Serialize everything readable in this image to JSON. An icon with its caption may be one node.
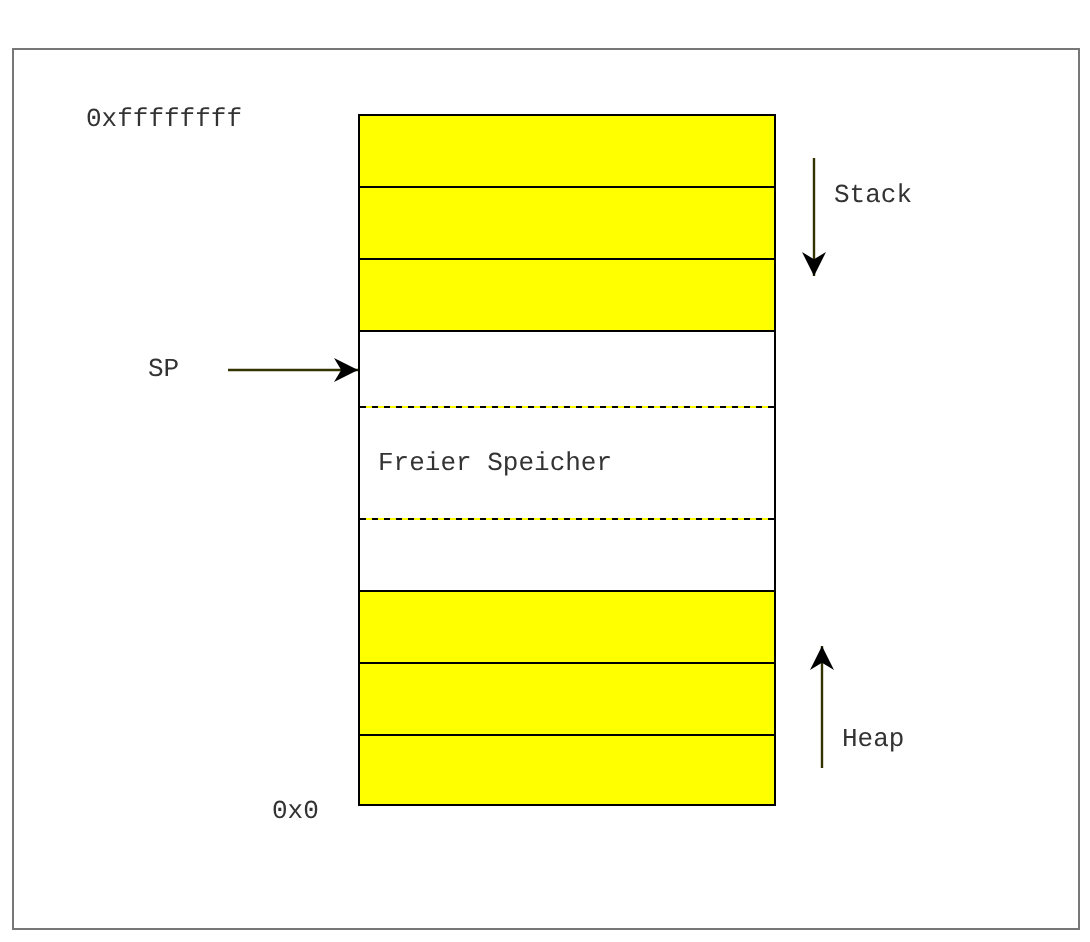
{
  "diagram": {
    "nodes": [
      {
        "text": [],
        "shape": "box"
      },
      {
        "text": [],
        "shape": "box",
        "in": 0
      },
      {
        "text": [],
        "shape": "box",
        "in": 0
      },
      {
        "text": [],
        "shape": "box",
        "in": 0
      },
      {
        "text": [],
        "shape": "box",
        "in": 0
      },
      {
        "text": [
          "Freier Speicher"
        ],
        "in": 0
      },
      {
        "text": [],
        "shape": "box",
        "in": 0
      },
      {
        "text": [],
        "shape": "box",
        "in": 0
      },
      {
        "text": [],
        "shape": "box",
        "in": 0
      },
      {
        "text": [],
        "shape": "box",
        "in": 0
      },
      {
        "text": [
          "SP"
        ]
      }
    ],
    "edges": [
      {
        "from": 10,
        "to": 4,
        "arrow": "to"
      }
    ],
    "labels": [
      "0xffffffff",
      "Stack",
      "Heap",
      "0x0"
    ]
  }
}
